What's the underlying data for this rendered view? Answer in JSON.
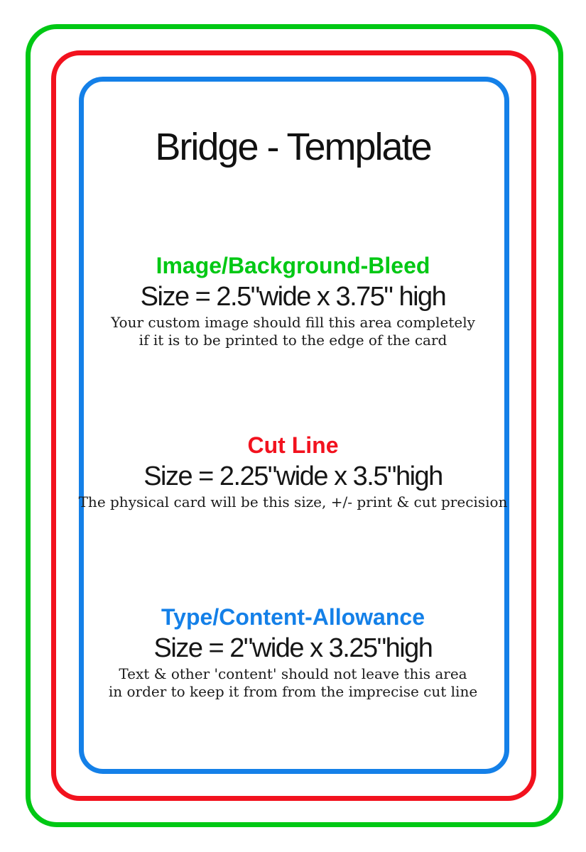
{
  "title": "Bridge - Template",
  "colors": {
    "bleed_green": "#00C814",
    "cut_red": "#F2121E",
    "content_blue": "#1480E8"
  },
  "sections": {
    "bleed": {
      "heading": "Image/Background-Bleed",
      "size": "Size = 2.5\"wide x 3.75\" high",
      "note_line1": "Your custom image should fill this area completely",
      "note_line2": "if it is to be printed to the edge of the card"
    },
    "cut": {
      "heading": "Cut Line",
      "size": "Size = 2.25\"wide x 3.5\"high",
      "note_line1": "The physical card will be this size, +/- print & cut precision"
    },
    "content": {
      "heading": "Type/Content-Allowance",
      "size": "Size = 2\"wide x 3.25\"high",
      "note_line1": "Text & other 'content' should not leave this area",
      "note_line2": "in order to keep it from from the imprecise cut line"
    }
  }
}
